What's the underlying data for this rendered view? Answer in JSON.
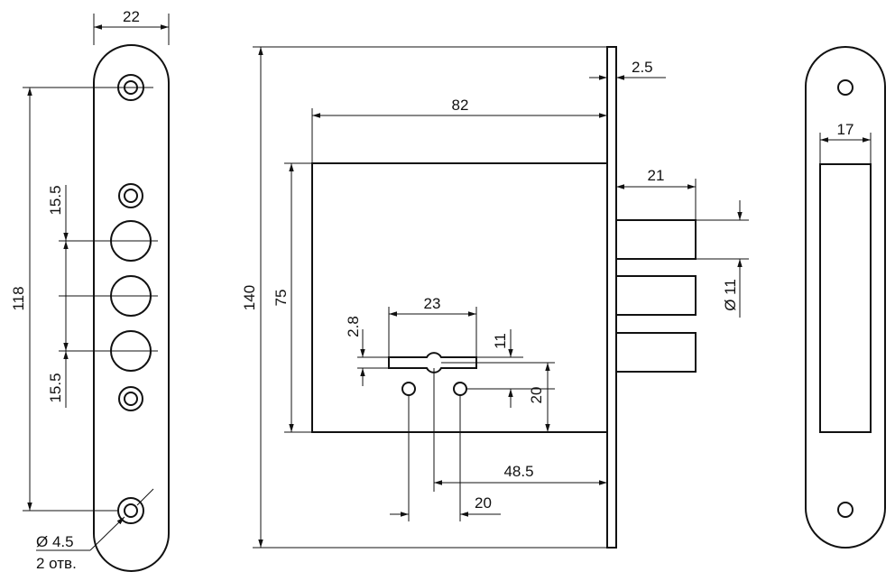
{
  "dimensions": {
    "faceplate_width": "22",
    "hole_spacing_total": "118",
    "spacing_upper": "15.5",
    "spacing_lower": "15.5",
    "hole_diameter": "Ø 4.5",
    "hole_count": "2 отв.",
    "lock_height": "140",
    "body_depth": "82",
    "plate_thickness": "2.5",
    "body_height": "75",
    "bolt_projection": "21",
    "bolt_diameter": "Ø 11",
    "keyhole_width": "23",
    "keyhole_slot": "2.8",
    "keyhole_offset": "11",
    "keyhole_holes_vertical": "20",
    "backset": "48.5",
    "holes_spacing": "20",
    "strike_width": "17"
  },
  "colors": {
    "line": "#111111",
    "background": "#ffffff"
  }
}
